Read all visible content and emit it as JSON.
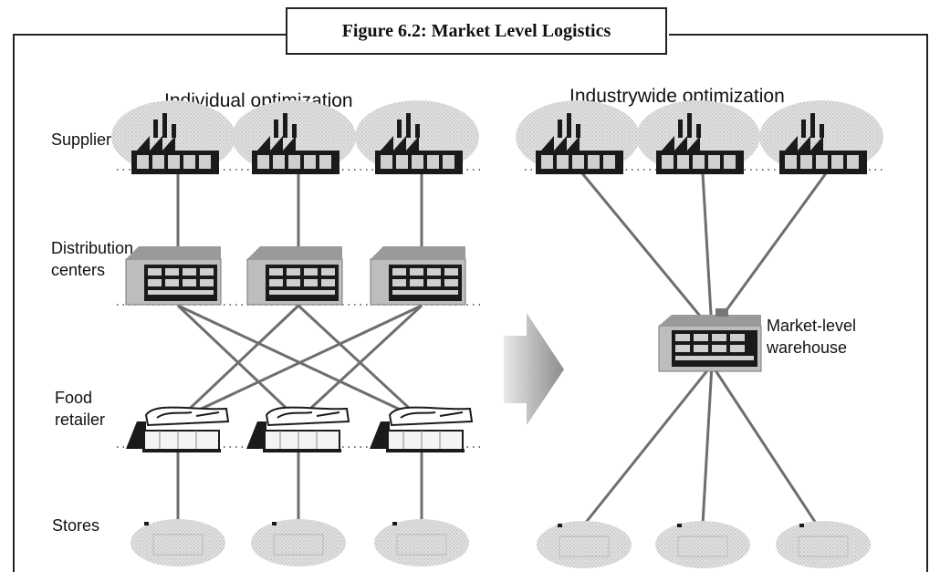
{
  "figure_title": "Figure 6.2: Market Level Logistics",
  "left_panel": {
    "heading": "Individual optimization",
    "rows": {
      "supplier": "Supplier",
      "distribution": [
        "Distribution",
        "centers"
      ],
      "retailer": [
        "Food",
        "retailer"
      ],
      "stores": "Stores"
    }
  },
  "right_panel": {
    "heading": "Industrywide optimization",
    "warehouse_label": [
      "Market-level",
      "warehouse"
    ]
  },
  "colors": {
    "frame": "#222222",
    "line": "#6e6e6e",
    "cloud": "#d4d4d4",
    "building": "#1a1a1a",
    "arrow": "#a8a8a8"
  },
  "icons": [
    "factory-icon",
    "distribution-center-icon",
    "retailer-truck-icon",
    "store-icon",
    "warehouse-icon",
    "transition-arrow-icon"
  ]
}
